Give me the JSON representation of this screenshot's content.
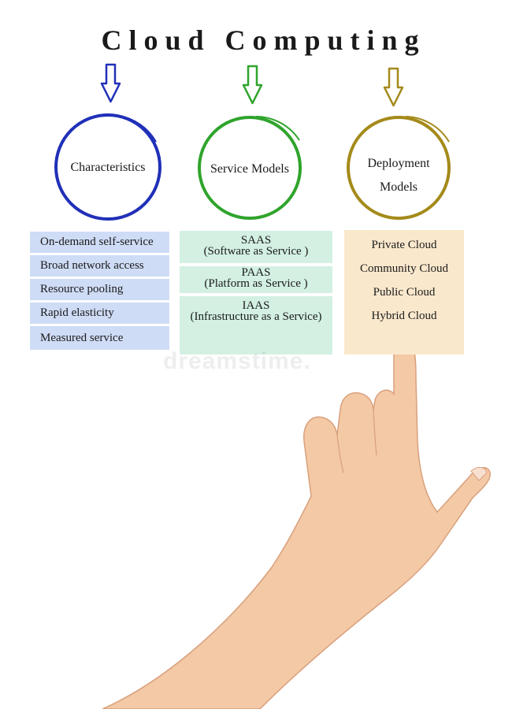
{
  "title": "Cloud Computing",
  "colors": {
    "blue": "#2030b8",
    "green": "#2fa42c",
    "gold": "#a48a1a"
  },
  "categories": [
    {
      "label": "Characteristics"
    },
    {
      "label": "Service Models"
    },
    {
      "label_line1": "Deployment",
      "label_line2": "Models"
    }
  ],
  "characteristics": [
    "On-demand self-service",
    "Broad network access",
    "Resource pooling",
    "Rapid elasticity",
    "Measured service"
  ],
  "service_models": [
    {
      "name": "SAAS",
      "desc": "(Software as Service )"
    },
    {
      "name": "PAAS",
      "desc": "(Platform as Service )"
    },
    {
      "name": "IAAS",
      "desc": "(Infrastructure as a Service)"
    }
  ],
  "deployment_models": [
    "Private Cloud",
    "Community Cloud",
    "Public Cloud",
    "Hybrid Cloud"
  ],
  "watermark": "dreamstime."
}
